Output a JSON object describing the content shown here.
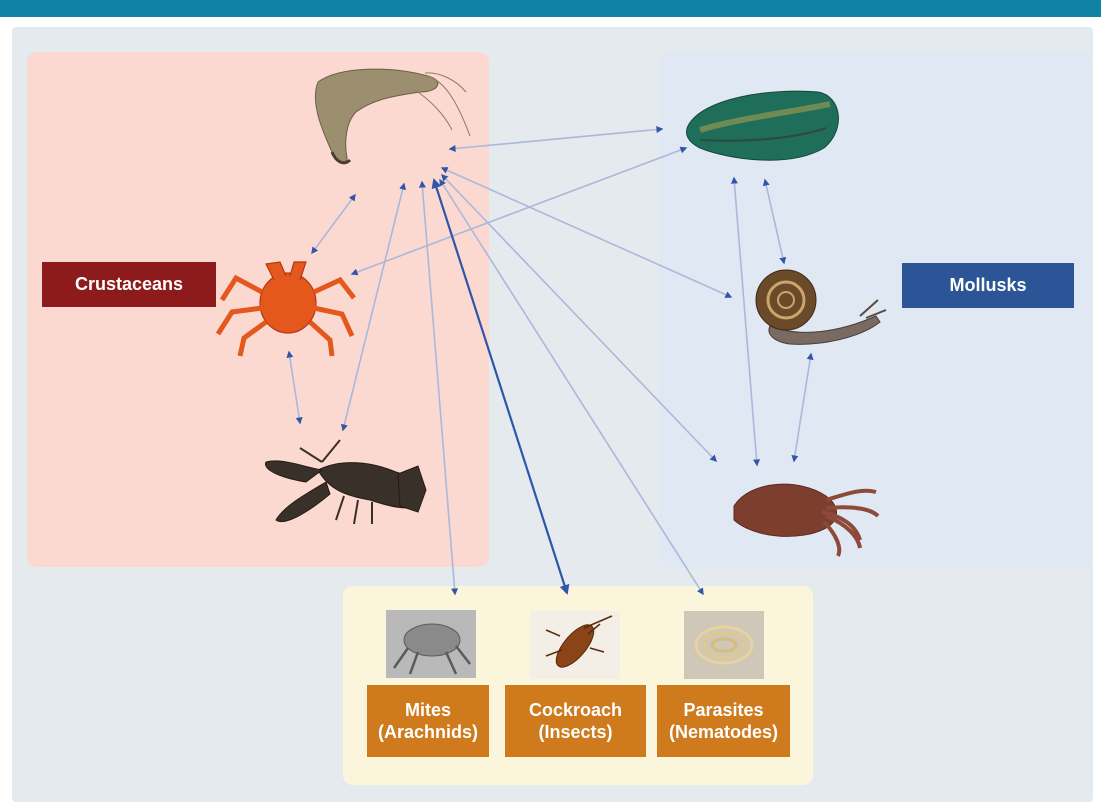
{
  "groups": {
    "crustaceans": {
      "label": "Crustaceans",
      "color": "#8d1b1b"
    },
    "mollusks": {
      "label": "Mollusks",
      "color": "#2b5597"
    }
  },
  "other_allergens": [
    {
      "name": "Mites",
      "class": "(Arachnids)"
    },
    {
      "name": "Cockroach",
      "class": "(Insects)"
    },
    {
      "name": "Parasites",
      "class": "(Nematodes)"
    }
  ],
  "organisms": [
    "shrimp",
    "crab",
    "lobster",
    "mussel",
    "snail",
    "squid",
    "mite",
    "cockroach",
    "nematode"
  ],
  "colors": {
    "header_bar": "#0f82a6",
    "crustacean_area": "#fbd9d1",
    "mollusk_area": "#e0e8f3",
    "other_area": "#fbf6db",
    "other_label": "#cf7a1d",
    "arrow_dark": "#2f56a8",
    "arrow_light": "#a9b7d9"
  }
}
